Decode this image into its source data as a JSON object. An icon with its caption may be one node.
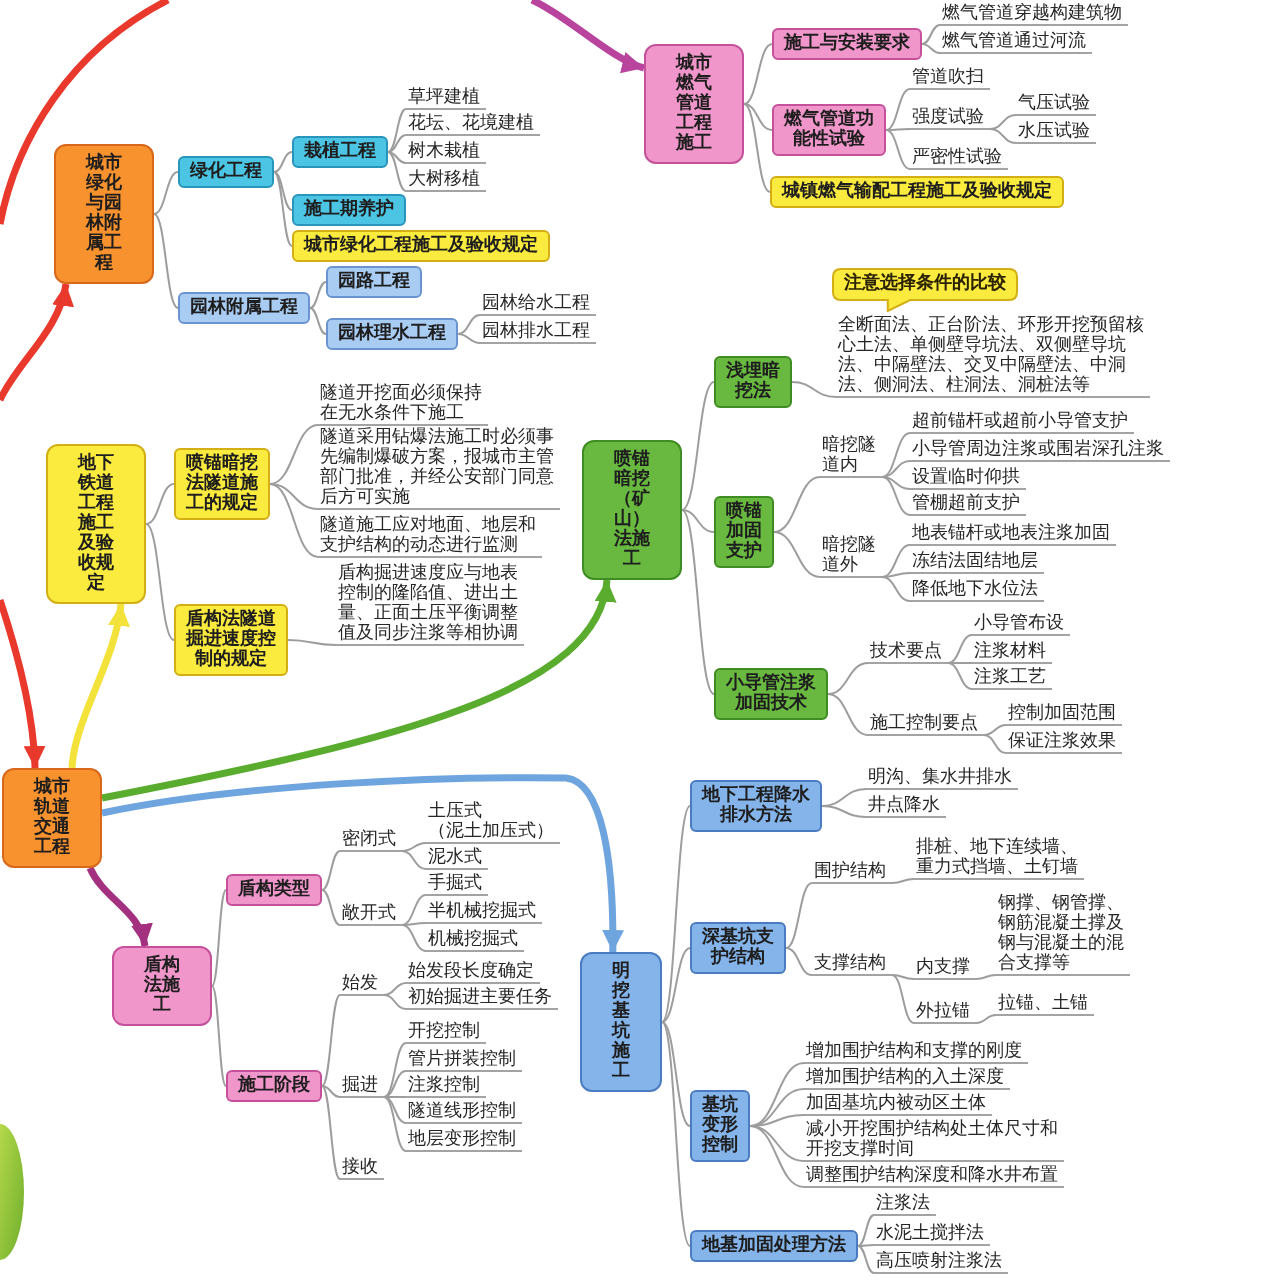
{
  "diagram": {
    "nodes": [
      {
        "text": [
          "城市绿化与园林附属工程"
        ]
      },
      {
        "text": [
          "绿化工程"
        ]
      },
      {
        "text": [
          "栽植工程"
        ]
      },
      {
        "text": [
          "草坪建植"
        ]
      },
      {
        "text": [
          "花坛、花境建植"
        ]
      },
      {
        "text": [
          "树木栽植"
        ]
      },
      {
        "text": [
          "大树移植"
        ]
      },
      {
        "text": [
          "施工期养护"
        ]
      },
      {
        "text": [
          "城市绿化工程施工及验收规定"
        ]
      },
      {
        "text": [
          "园林附属工程"
        ]
      },
      {
        "text": [
          "园路工程"
        ]
      },
      {
        "text": [
          "园林理水工程"
        ]
      },
      {
        "text": [
          "园林给水工程"
        ]
      },
      {
        "text": [
          "园林排水工程"
        ]
      },
      {
        "text": [
          "城市燃气管道工程施工"
        ]
      },
      {
        "text": [
          "施工与安装要求"
        ]
      },
      {
        "text": [
          "燃气管道穿越构建筑物"
        ]
      },
      {
        "text": [
          "燃气管道通过河流"
        ]
      },
      {
        "text": [
          "燃气管道功能性试验"
        ]
      },
      {
        "text": [
          "管道吹扫"
        ]
      },
      {
        "text": [
          "强度试验"
        ]
      },
      {
        "text": [
          "气压试验"
        ]
      },
      {
        "text": [
          "水压试验"
        ]
      },
      {
        "text": [
          "严密性试验"
        ]
      },
      {
        "text": [
          "城镇燃气输配工程施工及验收规定"
        ]
      },
      {
        "text": [
          "地下铁道工程施工及验收规定"
        ]
      },
      {
        "text": [
          "喷锚暗挖法隧道施工的规定"
        ]
      },
      {
        "text": [
          "隧道开挖面必须保持在无水条件下施工"
        ]
      },
      {
        "text": [
          "隧道采用钻爆法施工时必须事先编制爆破方案，报城市主管部门批准，并经公安部门同意后方可实施"
        ]
      },
      {
        "text": [
          "隧道施工应对地面、地层和支护结构的动态进行监测"
        ]
      },
      {
        "text": [
          "盾构法隧道掘进速度控制的规定"
        ]
      },
      {
        "text": [
          "盾构掘进速度应与地表控制的隆陷值、进出土量、正面土压平衡调整值及同步注浆等相协调"
        ]
      },
      {
        "text": [
          "喷锚暗挖（矿山）法施工"
        ]
      },
      {
        "text": [
          "浅埋暗挖法"
        ]
      },
      {
        "text": [
          "注意选择条件的比较"
        ]
      },
      {
        "text": [
          "全断面法、正台阶法、环形开挖预留核心土法、单侧壁导坑法、双侧壁导坑法、中隔壁法、交叉中隔壁法、中洞法、侧洞法、柱洞法、洞桩法等"
        ]
      },
      {
        "text": [
          "喷锚加固支护"
        ]
      },
      {
        "text": [
          "暗挖隧道内"
        ]
      },
      {
        "text": [
          "超前锚杆或超前小导管支护"
        ]
      },
      {
        "text": [
          "小导管周边注浆或围岩深孔注浆"
        ]
      },
      {
        "text": [
          "设置临时仰拱"
        ]
      },
      {
        "text": [
          "管棚超前支护"
        ]
      },
      {
        "text": [
          "暗挖隧道外"
        ]
      },
      {
        "text": [
          "地表锚杆或地表注浆加固"
        ]
      },
      {
        "text": [
          "冻结法固结地层"
        ]
      },
      {
        "text": [
          "降低地下水位法"
        ]
      },
      {
        "text": [
          "小导管注浆加固技术"
        ]
      },
      {
        "text": [
          "技术要点"
        ]
      },
      {
        "text": [
          "小导管布设"
        ]
      },
      {
        "text": [
          "注浆材料"
        ]
      },
      {
        "text": [
          "注浆工艺"
        ]
      },
      {
        "text": [
          "施工控制要点"
        ]
      },
      {
        "text": [
          "控制加固范围"
        ]
      },
      {
        "text": [
          "保证注浆效果"
        ]
      },
      {
        "text": [
          "城市轨道交通工程"
        ]
      },
      {
        "text": [
          "盾构法施工"
        ]
      },
      {
        "text": [
          "盾构类型"
        ]
      },
      {
        "text": [
          "密闭式"
        ]
      },
      {
        "text": [
          "土压式（泥土加压式）"
        ]
      },
      {
        "text": [
          "泥水式"
        ]
      },
      {
        "text": [
          "敞开式"
        ]
      },
      {
        "text": [
          "手掘式"
        ]
      },
      {
        "text": [
          "半机械挖掘式"
        ]
      },
      {
        "text": [
          "机械挖掘式"
        ]
      },
      {
        "text": [
          "施工阶段"
        ]
      },
      {
        "text": [
          "始发"
        ]
      },
      {
        "text": [
          "始发段长度确定"
        ]
      },
      {
        "text": [
          "初始掘进主要任务"
        ]
      },
      {
        "text": [
          "掘进"
        ]
      },
      {
        "text": [
          "开挖控制"
        ]
      },
      {
        "text": [
          "管片拼装控制"
        ]
      },
      {
        "text": [
          "注浆控制"
        ]
      },
      {
        "text": [
          "隧道线形控制"
        ]
      },
      {
        "text": [
          "地层变形控制"
        ]
      },
      {
        "text": [
          "接收"
        ]
      },
      {
        "text": [
          "明挖基坑施工"
        ]
      },
      {
        "text": [
          "地下工程降水排水方法"
        ]
      },
      {
        "text": [
          "明沟、集水井排水"
        ]
      },
      {
        "text": [
          "井点降水"
        ]
      },
      {
        "text": [
          "深基坑支护结构"
        ]
      },
      {
        "text": [
          "围护结构"
        ]
      },
      {
        "text": [
          "排桩、地下连续墙、重力式挡墙、土钉墙"
        ]
      },
      {
        "text": [
          "支撑结构"
        ]
      },
      {
        "text": [
          "内支撑"
        ]
      },
      {
        "text": [
          "钢撑、钢管撑、钢筋混凝土撑及钢与混凝土的混合支撑等"
        ]
      },
      {
        "text": [
          "外拉锚"
        ]
      },
      {
        "text": [
          "拉锚、土锚"
        ]
      },
      {
        "text": [
          "基坑变形控制"
        ]
      },
      {
        "text": [
          "增加围护结构和支撑的刚度"
        ]
      },
      {
        "text": [
          "增加围护结构的入土深度"
        ]
      },
      {
        "text": [
          "加固基坑内被动区土体"
        ]
      },
      {
        "text": [
          "减小开挖围护结构处土体尺寸和开挖支撑时间"
        ]
      },
      {
        "text": [
          "调整围护结构深度和降水井布置"
        ]
      },
      {
        "text": [
          "地基加固处理方法"
        ]
      },
      {
        "text": [
          "注浆法"
        ]
      },
      {
        "text": [
          "水泥土搅拌法"
        ]
      },
      {
        "text": [
          "高压喷射注浆法"
        ]
      }
    ],
    "edges": [
      {
        "from": null,
        "to": 0,
        "arrow": "to",
        "style": "thick",
        "color": "#e8392c"
      },
      {
        "from": 0,
        "to": 1,
        "arrow": "none"
      },
      {
        "from": 1,
        "to": 2,
        "arrow": "none"
      },
      {
        "from": 2,
        "to": 3,
        "arrow": "none"
      },
      {
        "from": 2,
        "to": 4,
        "arrow": "none"
      },
      {
        "from": 2,
        "to": 5,
        "arrow": "none"
      },
      {
        "from": 2,
        "to": 6,
        "arrow": "none"
      },
      {
        "from": 1,
        "to": 7,
        "arrow": "none"
      },
      {
        "from": 1,
        "to": 8,
        "arrow": "none"
      },
      {
        "from": 0,
        "to": 9,
        "arrow": "none"
      },
      {
        "from": 9,
        "to": 10,
        "arrow": "none"
      },
      {
        "from": 9,
        "to": 11,
        "arrow": "none"
      },
      {
        "from": 11,
        "to": 12,
        "arrow": "none"
      },
      {
        "from": 11,
        "to": 13,
        "arrow": "none"
      },
      {
        "from": null,
        "to": 14,
        "arrow": "to",
        "style": "thick",
        "color": "#b8449e"
      },
      {
        "from": 14,
        "to": 15,
        "arrow": "none"
      },
      {
        "from": 15,
        "to": 16,
        "arrow": "none"
      },
      {
        "from": 15,
        "to": 17,
        "arrow": "none"
      },
      {
        "from": 14,
        "to": 18,
        "arrow": "none"
      },
      {
        "from": 18,
        "to": 19,
        "arrow": "none"
      },
      {
        "from": 18,
        "to": 20,
        "arrow": "none"
      },
      {
        "from": 20,
        "to": 21,
        "arrow": "none"
      },
      {
        "from": 20,
        "to": 22,
        "arrow": "none"
      },
      {
        "from": 18,
        "to": 23,
        "arrow": "none"
      },
      {
        "from": 14,
        "to": 24,
        "arrow": "none"
      },
      {
        "from": null,
        "to": 54,
        "arrow": "to",
        "style": "thick",
        "color": "#e8392c"
      },
      {
        "from": 54,
        "to": 25,
        "arrow": "to",
        "style": "thick",
        "color": "#f2e23a"
      },
      {
        "from": 54,
        "to": 32,
        "arrow": "to",
        "style": "thick",
        "color": "#5aac2e"
      },
      {
        "from": 54,
        "to": 55,
        "arrow": "to",
        "style": "thick",
        "color": "#a3317f"
      },
      {
        "from": 54,
        "to": 75,
        "arrow": "to",
        "style": "thick",
        "color": "#6fa5de"
      },
      {
        "from": 25,
        "to": 26,
        "arrow": "none"
      },
      {
        "from": 26,
        "to": 27,
        "arrow": "none"
      },
      {
        "from": 26,
        "to": 28,
        "arrow": "none"
      },
      {
        "from": 26,
        "to": 29,
        "arrow": "none"
      },
      {
        "from": 25,
        "to": 30,
        "arrow": "none"
      },
      {
        "from": 30,
        "to": 31,
        "arrow": "none"
      },
      {
        "from": 32,
        "to": 33,
        "arrow": "none"
      },
      {
        "from": 33,
        "to": 35,
        "arrow": "none"
      },
      {
        "from": 32,
        "to": 36,
        "arrow": "none"
      },
      {
        "from": 36,
        "to": 37,
        "arrow": "none"
      },
      {
        "from": 37,
        "to": 38,
        "arrow": "none"
      },
      {
        "from": 37,
        "to": 39,
        "arrow": "none"
      },
      {
        "from": 37,
        "to": 40,
        "arrow": "none"
      },
      {
        "from": 37,
        "to": 41,
        "arrow": "none"
      },
      {
        "from": 36,
        "to": 42,
        "arrow": "none"
      },
      {
        "from": 42,
        "to": 43,
        "arrow": "none"
      },
      {
        "from": 42,
        "to": 44,
        "arrow": "none"
      },
      {
        "from": 42,
        "to": 45,
        "arrow": "none"
      },
      {
        "from": 32,
        "to": 46,
        "arrow": "none"
      },
      {
        "from": 46,
        "to": 47,
        "arrow": "none"
      },
      {
        "from": 47,
        "to": 48,
        "arrow": "none"
      },
      {
        "from": 47,
        "to": 49,
        "arrow": "none"
      },
      {
        "from": 47,
        "to": 50,
        "arrow": "none"
      },
      {
        "from": 46,
        "to": 51,
        "arrow": "none"
      },
      {
        "from": 51,
        "to": 52,
        "arrow": "none"
      },
      {
        "from": 51,
        "to": 53,
        "arrow": "none"
      },
      {
        "from": 55,
        "to": 56,
        "arrow": "none"
      },
      {
        "from": 56,
        "to": 57,
        "arrow": "none"
      },
      {
        "from": 57,
        "to": 58,
        "arrow": "none"
      },
      {
        "from": 57,
        "to": 59,
        "arrow": "none"
      },
      {
        "from": 56,
        "to": 60,
        "arrow": "none"
      },
      {
        "from": 60,
        "to": 61,
        "arrow": "none"
      },
      {
        "from": 60,
        "to": 62,
        "arrow": "none"
      },
      {
        "from": 60,
        "to": 63,
        "arrow": "none"
      },
      {
        "from": 55,
        "to": 64,
        "arrow": "none"
      },
      {
        "from": 64,
        "to": 65,
        "arrow": "none"
      },
      {
        "from": 65,
        "to": 66,
        "arrow": "none"
      },
      {
        "from": 65,
        "to": 67,
        "arrow": "none"
      },
      {
        "from": 64,
        "to": 68,
        "arrow": "none"
      },
      {
        "from": 68,
        "to": 69,
        "arrow": "none"
      },
      {
        "from": 68,
        "to": 70,
        "arrow": "none"
      },
      {
        "from": 68,
        "to": 71,
        "arrow": "none"
      },
      {
        "from": 68,
        "to": 72,
        "arrow": "none"
      },
      {
        "from": 68,
        "to": 73,
        "arrow": "none"
      },
      {
        "from": 64,
        "to": 74,
        "arrow": "none"
      },
      {
        "from": 75,
        "to": 76,
        "arrow": "none"
      },
      {
        "from": 76,
        "to": 77,
        "arrow": "none"
      },
      {
        "from": 76,
        "to": 78,
        "arrow": "none"
      },
      {
        "from": 75,
        "to": 79,
        "arrow": "none"
      },
      {
        "from": 79,
        "to": 80,
        "arrow": "none"
      },
      {
        "from": 80,
        "to": 81,
        "arrow": "none"
      },
      {
        "from": 79,
        "to": 82,
        "arrow": "none"
      },
      {
        "from": 82,
        "to": 83,
        "arrow": "none"
      },
      {
        "from": 83,
        "to": 84,
        "arrow": "none"
      },
      {
        "from": 82,
        "to": 85,
        "arrow": "none"
      },
      {
        "from": 85,
        "to": 86,
        "arrow": "none"
      },
      {
        "from": 75,
        "to": 87,
        "arrow": "none"
      },
      {
        "from": 87,
        "to": 88,
        "arrow": "none"
      },
      {
        "from": 87,
        "to": 89,
        "arrow": "none"
      },
      {
        "from": 87,
        "to": 90,
        "arrow": "none"
      },
      {
        "from": 87,
        "to": 91,
        "arrow": "none"
      },
      {
        "from": 87,
        "to": 92,
        "arrow": "none"
      },
      {
        "from": 75,
        "to": 93,
        "arrow": "none"
      },
      {
        "from": 93,
        "to": 94,
        "arrow": "none"
      },
      {
        "from": 93,
        "to": 95,
        "arrow": "none"
      },
      {
        "from": 93,
        "to": 96,
        "arrow": "none"
      }
    ]
  }
}
